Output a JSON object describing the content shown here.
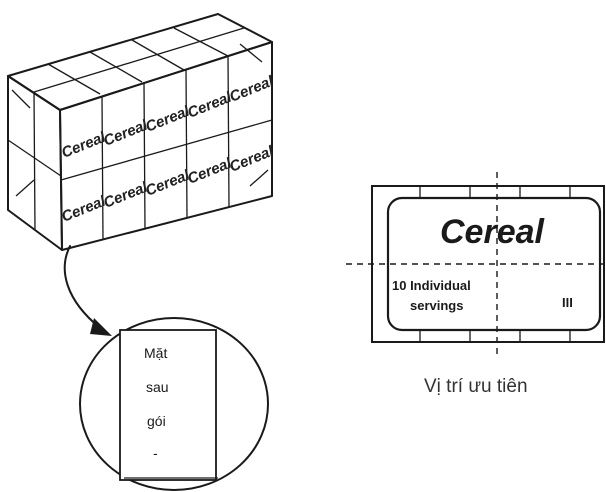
{
  "package_label": "Cereal",
  "back_panel": {
    "line1": "Mặt",
    "line2": "sau",
    "line3": "gói",
    "line4": "-"
  },
  "label_detail": {
    "brand": "Cereal",
    "servings_line1": "10 Individual",
    "servings_line2": "servings",
    "code": "III"
  },
  "caption": "Vị trí ưu tiên"
}
